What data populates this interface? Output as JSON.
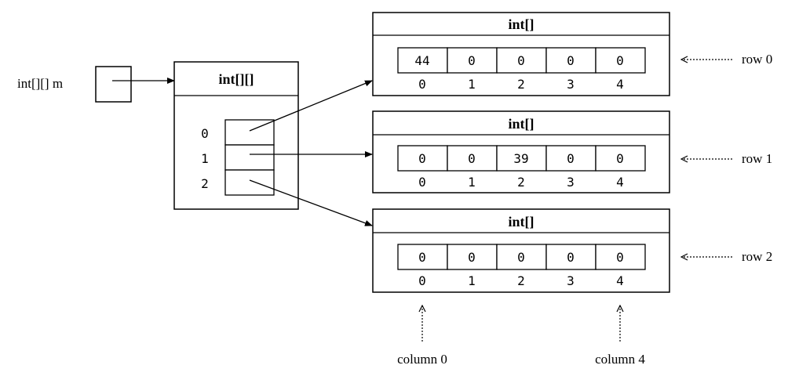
{
  "variable": {
    "label": "int[][] m"
  },
  "outer_array": {
    "title": "int[][]",
    "indices": [
      "0",
      "1",
      "2"
    ]
  },
  "rows": [
    {
      "title": "int[]",
      "values": [
        "44",
        "0",
        "0",
        "0",
        "0"
      ],
      "indices": [
        "0",
        "1",
        "2",
        "3",
        "4"
      ],
      "label": "row 0"
    },
    {
      "title": "int[]",
      "values": [
        "0",
        "0",
        "39",
        "0",
        "0"
      ],
      "indices": [
        "0",
        "1",
        "2",
        "3",
        "4"
      ],
      "label": "row 1"
    },
    {
      "title": "int[]",
      "values": [
        "0",
        "0",
        "0",
        "0",
        "0"
      ],
      "indices": [
        "0",
        "1",
        "2",
        "3",
        "4"
      ],
      "label": "row 2"
    }
  ],
  "column_labels": [
    "column 0",
    "column 4"
  ]
}
